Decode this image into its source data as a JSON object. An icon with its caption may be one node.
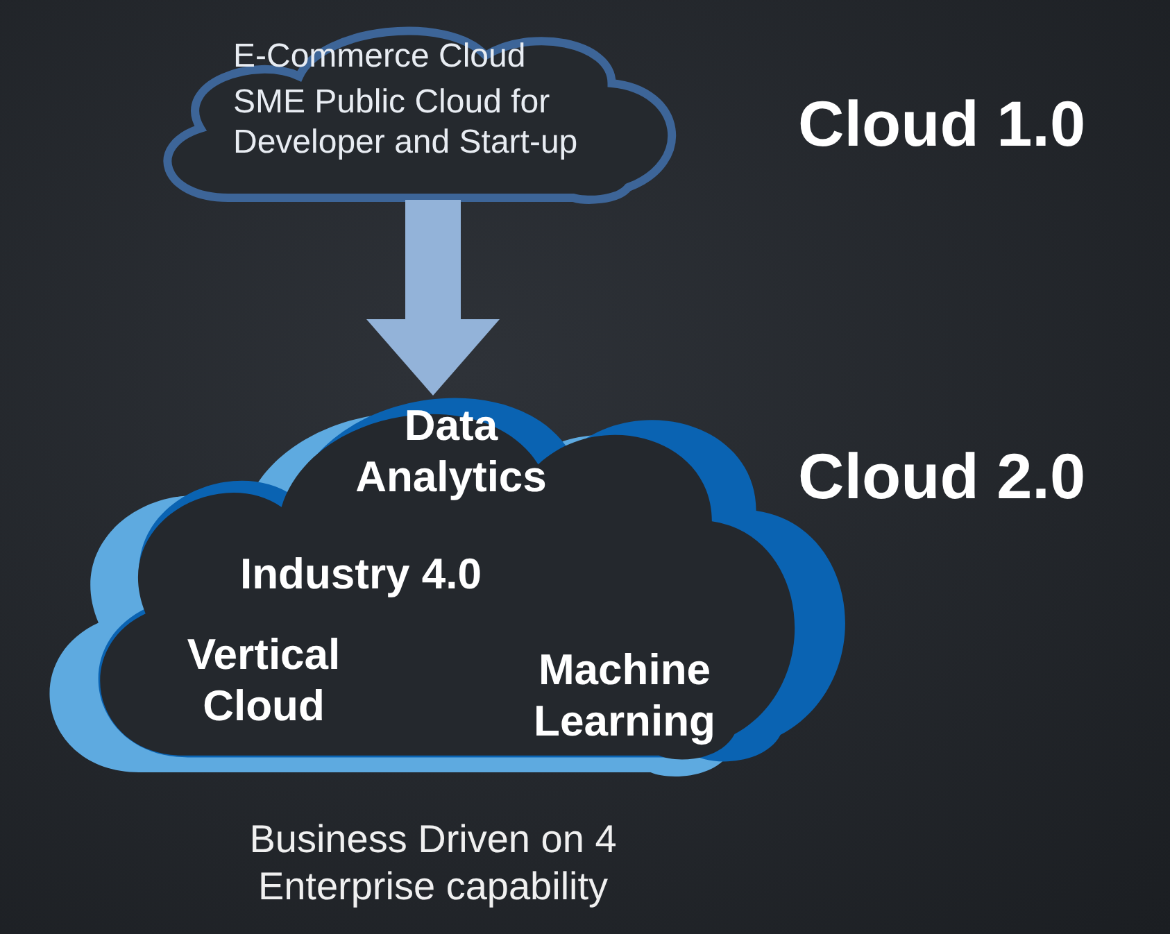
{
  "diagram": {
    "nodes": [
      {
        "text": [
          "E-Commerce Cloud",
          "SME Public Cloud for Developer and Start-up"
        ]
      },
      {
        "text": [
          "Data Analytics",
          "Industry 4.0",
          "Vertical Cloud",
          "Machine Learning"
        ],
        "beside": [
          "Business Driven on 4 Enterprise capability"
        ]
      }
    ],
    "edges": [
      {
        "from": 0,
        "to": 1,
        "arrow": "to"
      }
    ],
    "labels": [
      "Cloud 1.0",
      "Cloud 2.0"
    ]
  }
}
